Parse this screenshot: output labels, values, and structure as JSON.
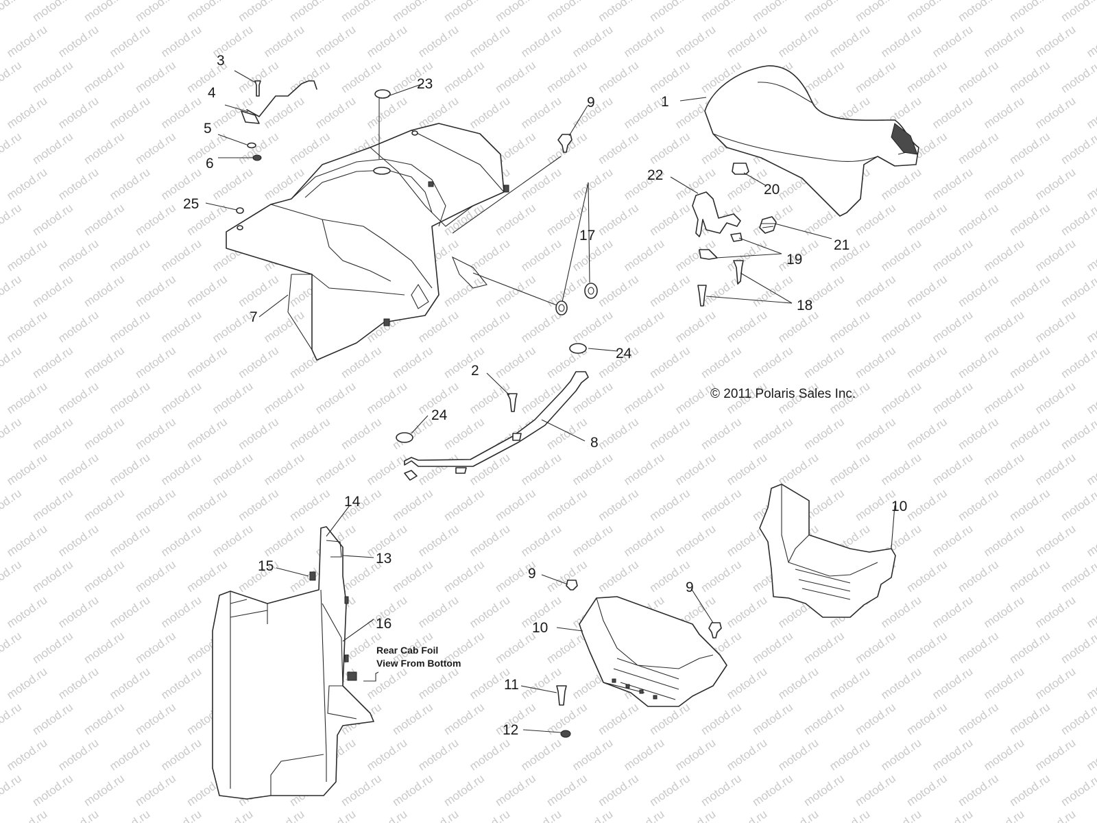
{
  "watermark": "motod.ru",
  "copyright": "© 2011 Polaris Sales Inc.",
  "note": {
    "line1": "Rear Cab Foil",
    "line2": "View From Bottom"
  },
  "callouts": {
    "c1": "1",
    "c2": "2",
    "c3": "3",
    "c4": "4",
    "c5": "5",
    "c6": "6",
    "c7": "7",
    "c8": "8",
    "c9a": "9",
    "c9b": "9",
    "c9c": "9",
    "c10a": "10",
    "c10b": "10",
    "c11": "11",
    "c12": "12",
    "c13": "13",
    "c14": "14",
    "c15": "15",
    "c16": "16",
    "c17": "17",
    "c18": "18",
    "c19": "19",
    "c20": "20",
    "c21": "21",
    "c22": "22",
    "c23": "23",
    "c24a": "24",
    "c24b": "24",
    "c25": "25"
  }
}
